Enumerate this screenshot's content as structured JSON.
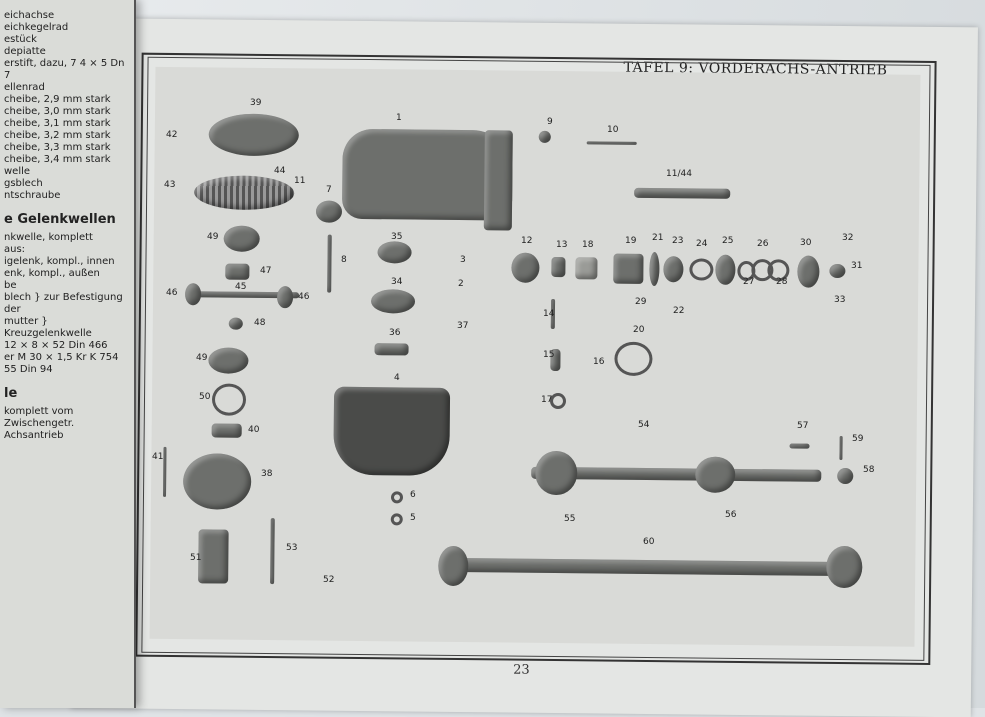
{
  "left_page": {
    "lines": [
      "eichachse",
      "eichkegelrad",
      "estück",
      "depiatte",
      "erstift, dazu, 7 4 × 5 Dn 7",
      "ellenrad",
      "cheibe, 2,9 mm stark",
      "cheibe, 3,0 mm stark",
      "cheibe, 3,1 mm stark",
      "cheibe, 3,2 mm stark",
      "cheibe, 3,3 mm stark",
      "cheibe, 3,4 mm stark",
      "welle",
      "gsblech",
      "ntschraube"
    ],
    "heading": "e Gelenkwellen",
    "lines2": [
      "nkwelle, komplett",
      "aus:",
      "igelenk, kompl., innen",
      "enk, kompl., außen",
      "be",
      "blech } zur Befestigung der",
      "mutter } Kreuzgelenkwelle",
      "12 × 8 × 52 Din 466",
      "er M 30 × 1,5 Kr K 754",
      "55 Din 94"
    ],
    "heading2": "le",
    "lines3": [
      "komplett vom Zwischengetr.",
      "Achsantrieb"
    ]
  },
  "plate": {
    "title": "TAFEL 9: VORDERACHS-ANTRIEB",
    "page_number": "23",
    "labels": [
      "39",
      "42",
      "1",
      "9",
      "10",
      "44",
      "11",
      "11/44",
      "43",
      "7",
      "49",
      "8",
      "35",
      "3",
      "12",
      "13",
      "18",
      "19",
      "21",
      "23",
      "24",
      "25",
      "26",
      "30",
      "32",
      "31",
      "27",
      "28",
      "47",
      "34",
      "2",
      "46",
      "45",
      "46",
      "33",
      "29",
      "22",
      "14",
      "48",
      "37",
      "36",
      "20",
      "49",
      "15",
      "16",
      "4",
      "50",
      "17",
      "40",
      "54",
      "57",
      "59",
      "41",
      "38",
      "58",
      "6",
      "5",
      "55",
      "56",
      "60",
      "51",
      "53",
      "52"
    ]
  }
}
